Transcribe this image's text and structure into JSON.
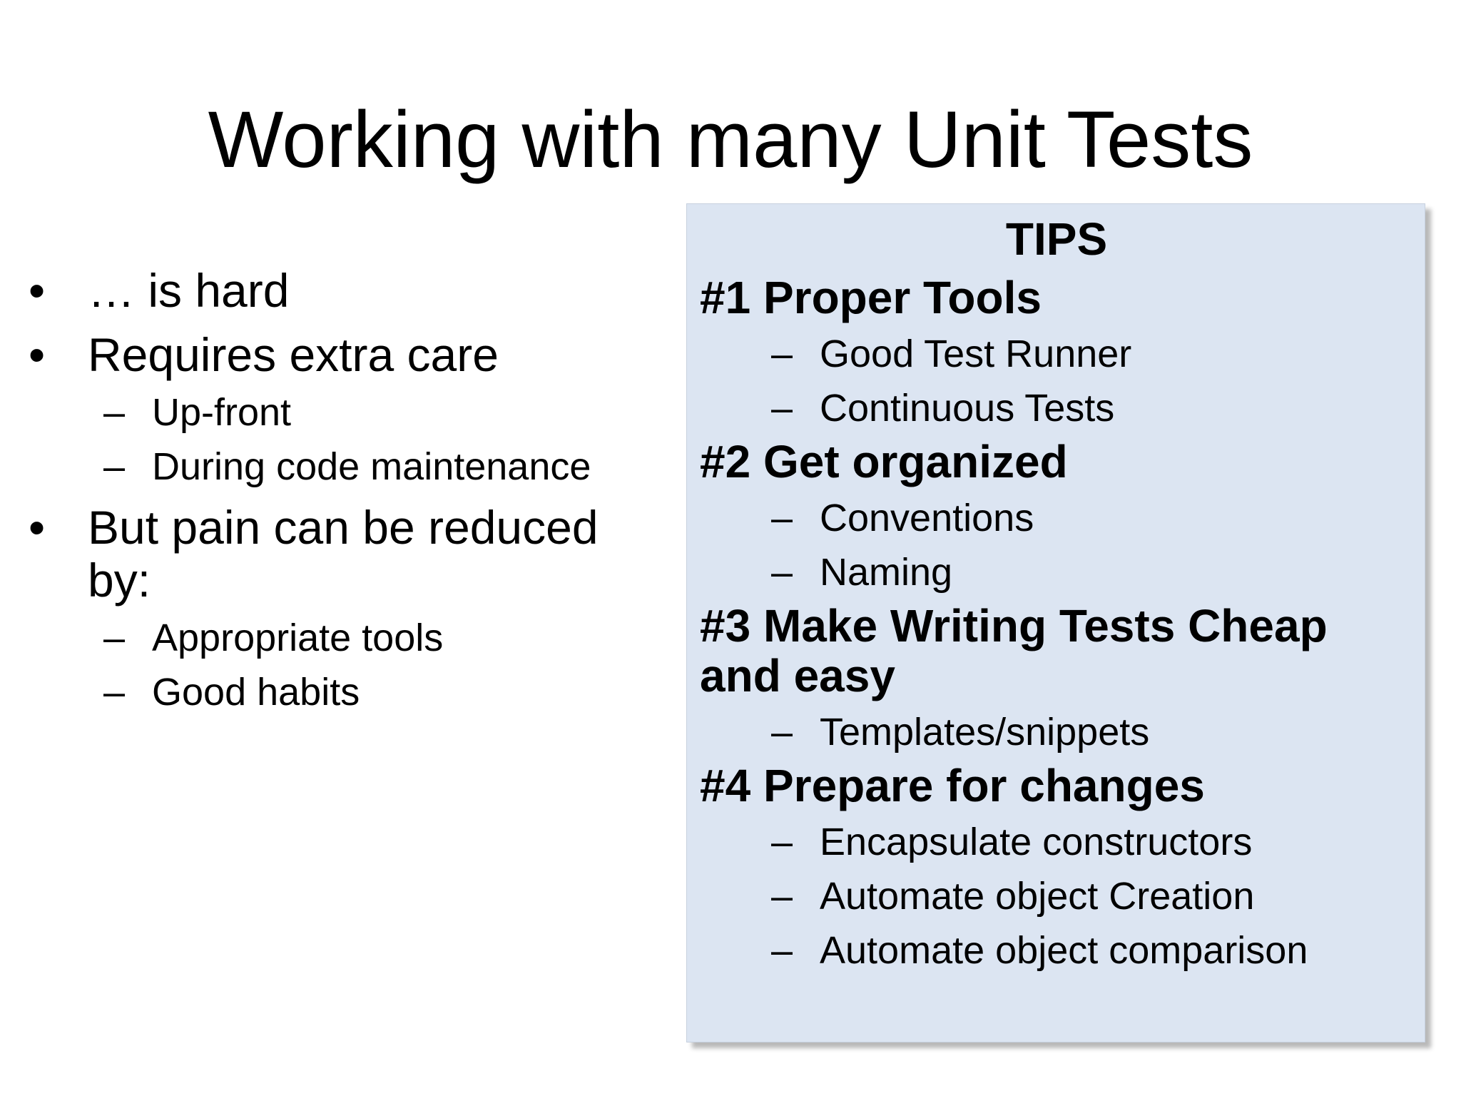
{
  "title": "Working with many Unit Tests",
  "left": {
    "bullets": [
      {
        "text": "… is hard",
        "subs": []
      },
      {
        "text": "Requires extra care",
        "subs": [
          "Up-front",
          "During code maintenance"
        ]
      },
      {
        "text": "But pain can be reduced by:",
        "subs": [
          "Appropriate tools",
          "Good habits"
        ]
      }
    ]
  },
  "tips": {
    "heading": "TIPS",
    "sections": [
      {
        "title": "#1 Proper Tools",
        "items": [
          "Good Test Runner",
          "Continuous Tests"
        ]
      },
      {
        "title": "#2 Get organized",
        "items": [
          "Conventions",
          "Naming"
        ]
      },
      {
        "title": "#3 Make Writing Tests Cheap and easy",
        "items": [
          "Templates/snippets"
        ]
      },
      {
        "title": "#4 Prepare for changes",
        "items": [
          "Encapsulate constructors",
          "Automate object Creation",
          "Automate object comparison"
        ]
      }
    ]
  },
  "symbols": {
    "bullet": "•",
    "dash": "–"
  },
  "colors": {
    "tips_background": "#dce5f2",
    "text": "#000000"
  }
}
